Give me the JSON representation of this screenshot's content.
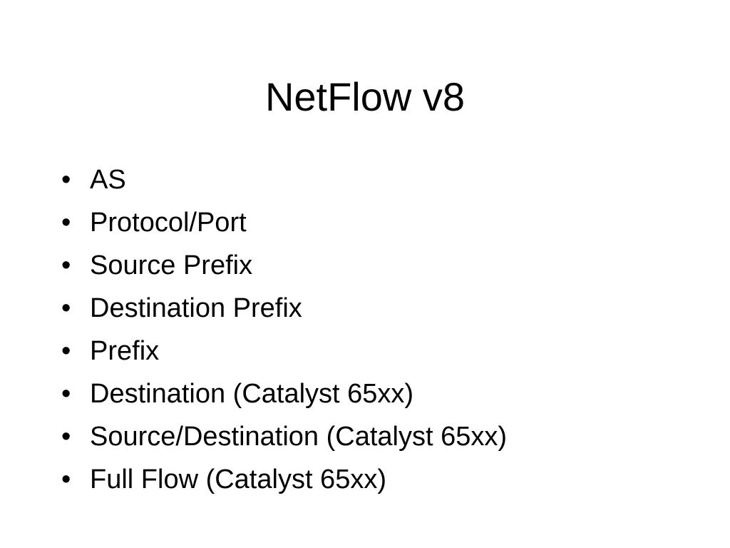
{
  "slide": {
    "title": "NetFlow v8",
    "bullet_glyph": "•",
    "bullets": [
      "AS",
      "Protocol/Port",
      "Source Prefix",
      "Destination Prefix",
      "Prefix",
      "Destination (Catalyst 65xx)",
      "Source/Destination (Catalyst 65xx)",
      "Full Flow (Catalyst 65xx)"
    ]
  }
}
